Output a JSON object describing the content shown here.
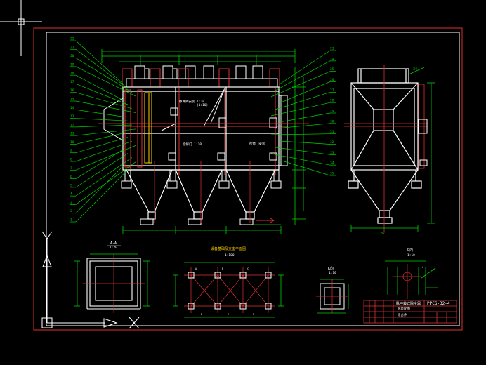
{
  "colors": {
    "background": "#000000",
    "frame": "#e03030",
    "inner_frame": "#ffffff",
    "structure": "#ffffff",
    "leader": "#00d000",
    "dimension": "#00d000",
    "center_line": "#e03030",
    "equipment": "#e03030",
    "annotation": "#ffd000"
  },
  "balloons_left": [
    "22",
    "21",
    "20",
    "19",
    "18",
    "17",
    "16",
    "15",
    "14",
    "13",
    "12",
    "11",
    "10",
    "9",
    "8",
    "7",
    "6",
    "5",
    "4",
    "3",
    "2",
    "1"
  ],
  "balloons_right": [
    "23",
    "24",
    "25",
    "26",
    "27",
    "28",
    "29",
    "30",
    "31",
    "32",
    "33",
    "34",
    "35"
  ],
  "section_labels": {
    "aa": "A-A",
    "aa_scale": "1:20",
    "plan_title": "设备基础及支座平面图",
    "plan_scale": "1:100",
    "kk": "K向",
    "kk_scale": "1:10",
    "pp": "P向",
    "pp_scale": "1:10"
  },
  "title_block": {
    "drawing_no": "PPCS-32-4",
    "name": "脉冲袋式除尘器",
    "subtitle": "总装配图",
    "material": "组合件"
  },
  "icons": [
    "crosshair-cursor-icon",
    "ucs-icon",
    "ucs-arrow-icon",
    "ucs-cross-icon"
  ]
}
